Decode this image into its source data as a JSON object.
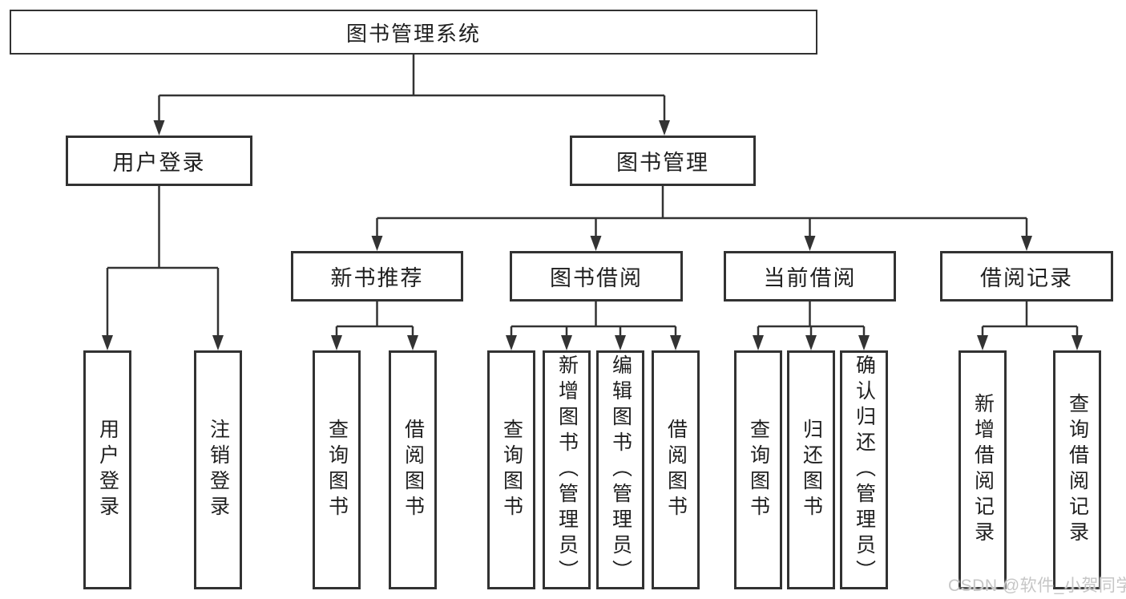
{
  "tree": {
    "root": "图书管理系统",
    "branches": [
      {
        "label": "用户登录",
        "children": [
          "用户登录",
          "注销登录"
        ]
      },
      {
        "label": "图书管理",
        "children": [
          {
            "label": "新书推荐",
            "children": [
              "查询图书",
              "借阅图书"
            ]
          },
          {
            "label": "图书借阅",
            "children": [
              "查询图书",
              "新增图书（管理员）",
              "编辑图书（管理员）",
              "借阅图书"
            ]
          },
          {
            "label": "当前借阅",
            "children": [
              "查询图书",
              "归还图书",
              "确认归还（管理员）"
            ]
          },
          {
            "label": "借阅记录",
            "children": [
              "新增借阅记录",
              "查询借阅记录"
            ]
          }
        ]
      }
    ]
  },
  "watermark": {
    "text": "CSDN @软件_小贺同学"
  },
  "colors": {
    "line": "#333333",
    "box_border": "#323232",
    "text": "#1f1f1f",
    "background": "#ffffff",
    "watermark": "#c6c6c6"
  }
}
